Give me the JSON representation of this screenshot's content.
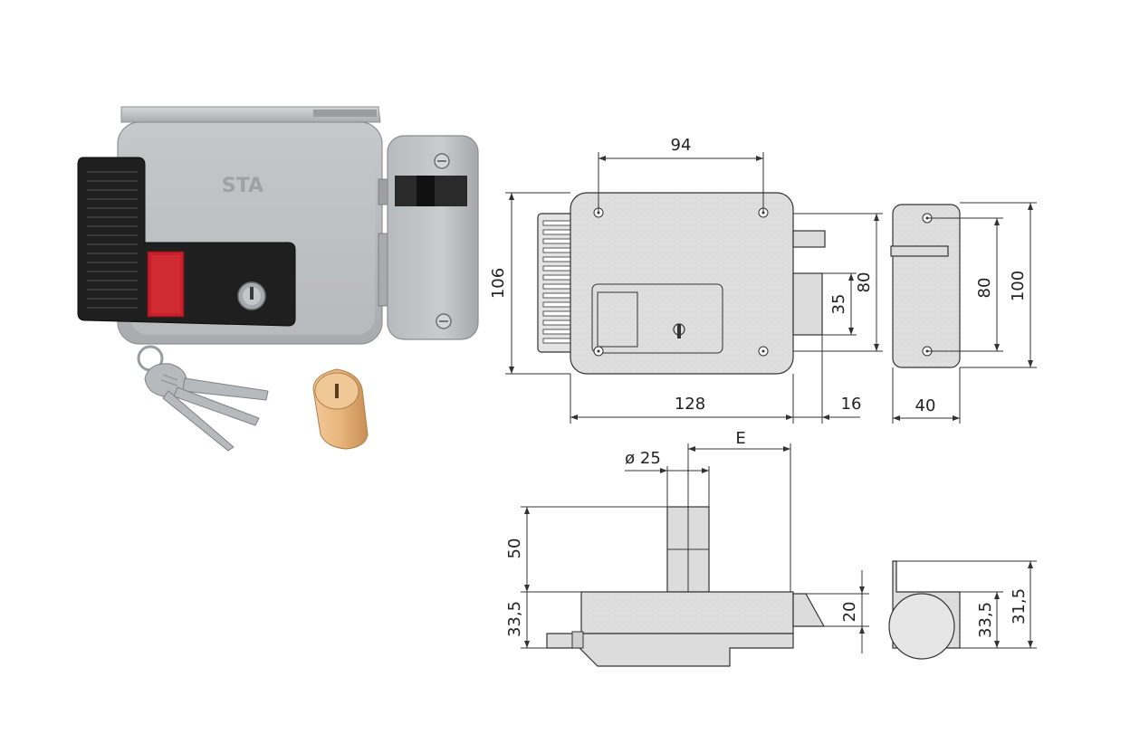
{
  "brand_logo_text": "STA",
  "dimensions": {
    "front_width_top": "94",
    "front_height_total": "106",
    "bolt_height": "35",
    "body_height": "80",
    "side_height_inner": "80",
    "side_height_total": "100",
    "body_width": "128",
    "bolt_protrusion": "16",
    "side_depth": "40",
    "backset": "E",
    "cylinder_diameter": "ø 25",
    "cylinder_projection": "50",
    "body_depth": "33,5",
    "latch_height": "20",
    "keeper_depth": "33,5",
    "keeper_width": "31,5"
  },
  "colors": {
    "lock_body": "#b9bcbf",
    "push_button": "#1e1e1e",
    "indicator": "#c8202a",
    "brass": "#e6b47a",
    "drawing_fill": "#dcdcdc"
  }
}
